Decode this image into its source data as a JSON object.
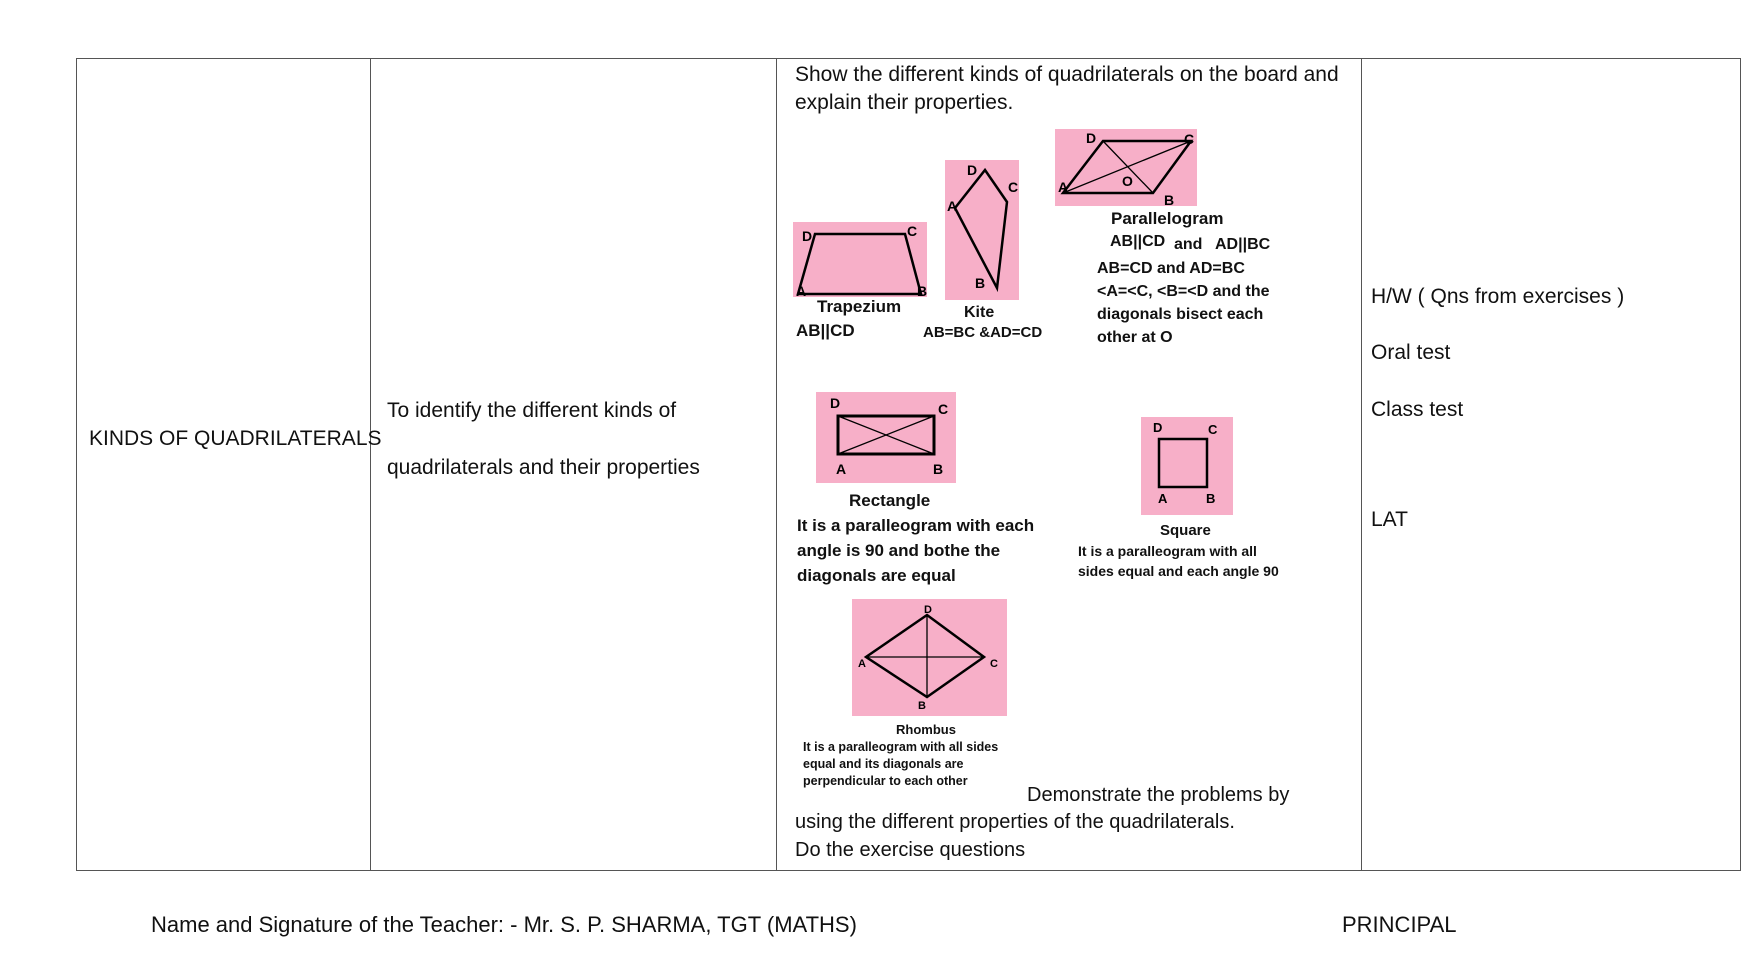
{
  "topic": "KINDS OF QUADRILATERALS",
  "objective": {
    "line1": "To identify the different kinds of",
    "line2": "quadrilaterals and their properties"
  },
  "activity": {
    "intro": "Show the different kinds of quadrilaterals on the board and explain their properties.",
    "outro1": "Demonstrate the problems by",
    "outro2": "using the different properties of the quadrilaterals.",
    "outro3": "Do the exercise questions"
  },
  "figures": {
    "trapezium": {
      "labels": {
        "a": "A",
        "b": "B",
        "c": "C",
        "d": "D"
      },
      "name": "Trapezium",
      "prop1": "AB||CD"
    },
    "kite": {
      "labels": {
        "a": "A",
        "b": "B",
        "c": "C",
        "d": "D"
      },
      "name": "Kite",
      "prop1": "AB=BC &AD=CD"
    },
    "parallelogram": {
      "labels": {
        "a": "A",
        "b": "B",
        "c": "C",
        "d": "D",
        "o": "O"
      },
      "name": "Parallelogram",
      "prop1": "AB||CD",
      "prop1b": "and",
      "prop1c": "AD||BC",
      "prop2": "AB=CD and AD=BC",
      "prop3": "<A=<C, <B=<D and the",
      "prop4": "diagonals bisect each",
      "prop5": "other at O"
    },
    "rectangle": {
      "labels": {
        "a": "A",
        "b": "B",
        "c": "C",
        "d": "D"
      },
      "name": "Rectangle",
      "prop1": "It is a paralleogram with each",
      "prop2": "angle is 90 and bothe the",
      "prop3": "diagonals are equal"
    },
    "square": {
      "labels": {
        "a": "A",
        "b": "B",
        "c": "C",
        "d": "D"
      },
      "name": "Square",
      "prop1": "It is a paralleogram with all",
      "prop2": "sides equal and each angle 90"
    },
    "rhombus": {
      "labels": {
        "a": "A",
        "b": "B",
        "c": "C",
        "d": "D"
      },
      "name": "Rhombus",
      "prop1": "It is a paralleogram with all sides",
      "prop2": "equal and its diagonals are",
      "prop3": "perpendicular to each other"
    }
  },
  "assessment": {
    "hw": "H/W ( Qns from exercises )",
    "oral": "Oral test",
    "classtest": "Class test",
    "lat": "LAT"
  },
  "footer": {
    "teacher": "Name and Signature of the Teacher: - Mr. S. P. SHARMA, TGT (MATHS)",
    "principal": "PRINCIPAL"
  },
  "colors": {
    "figure_fill": "#f7afc8",
    "border": "#555555"
  }
}
